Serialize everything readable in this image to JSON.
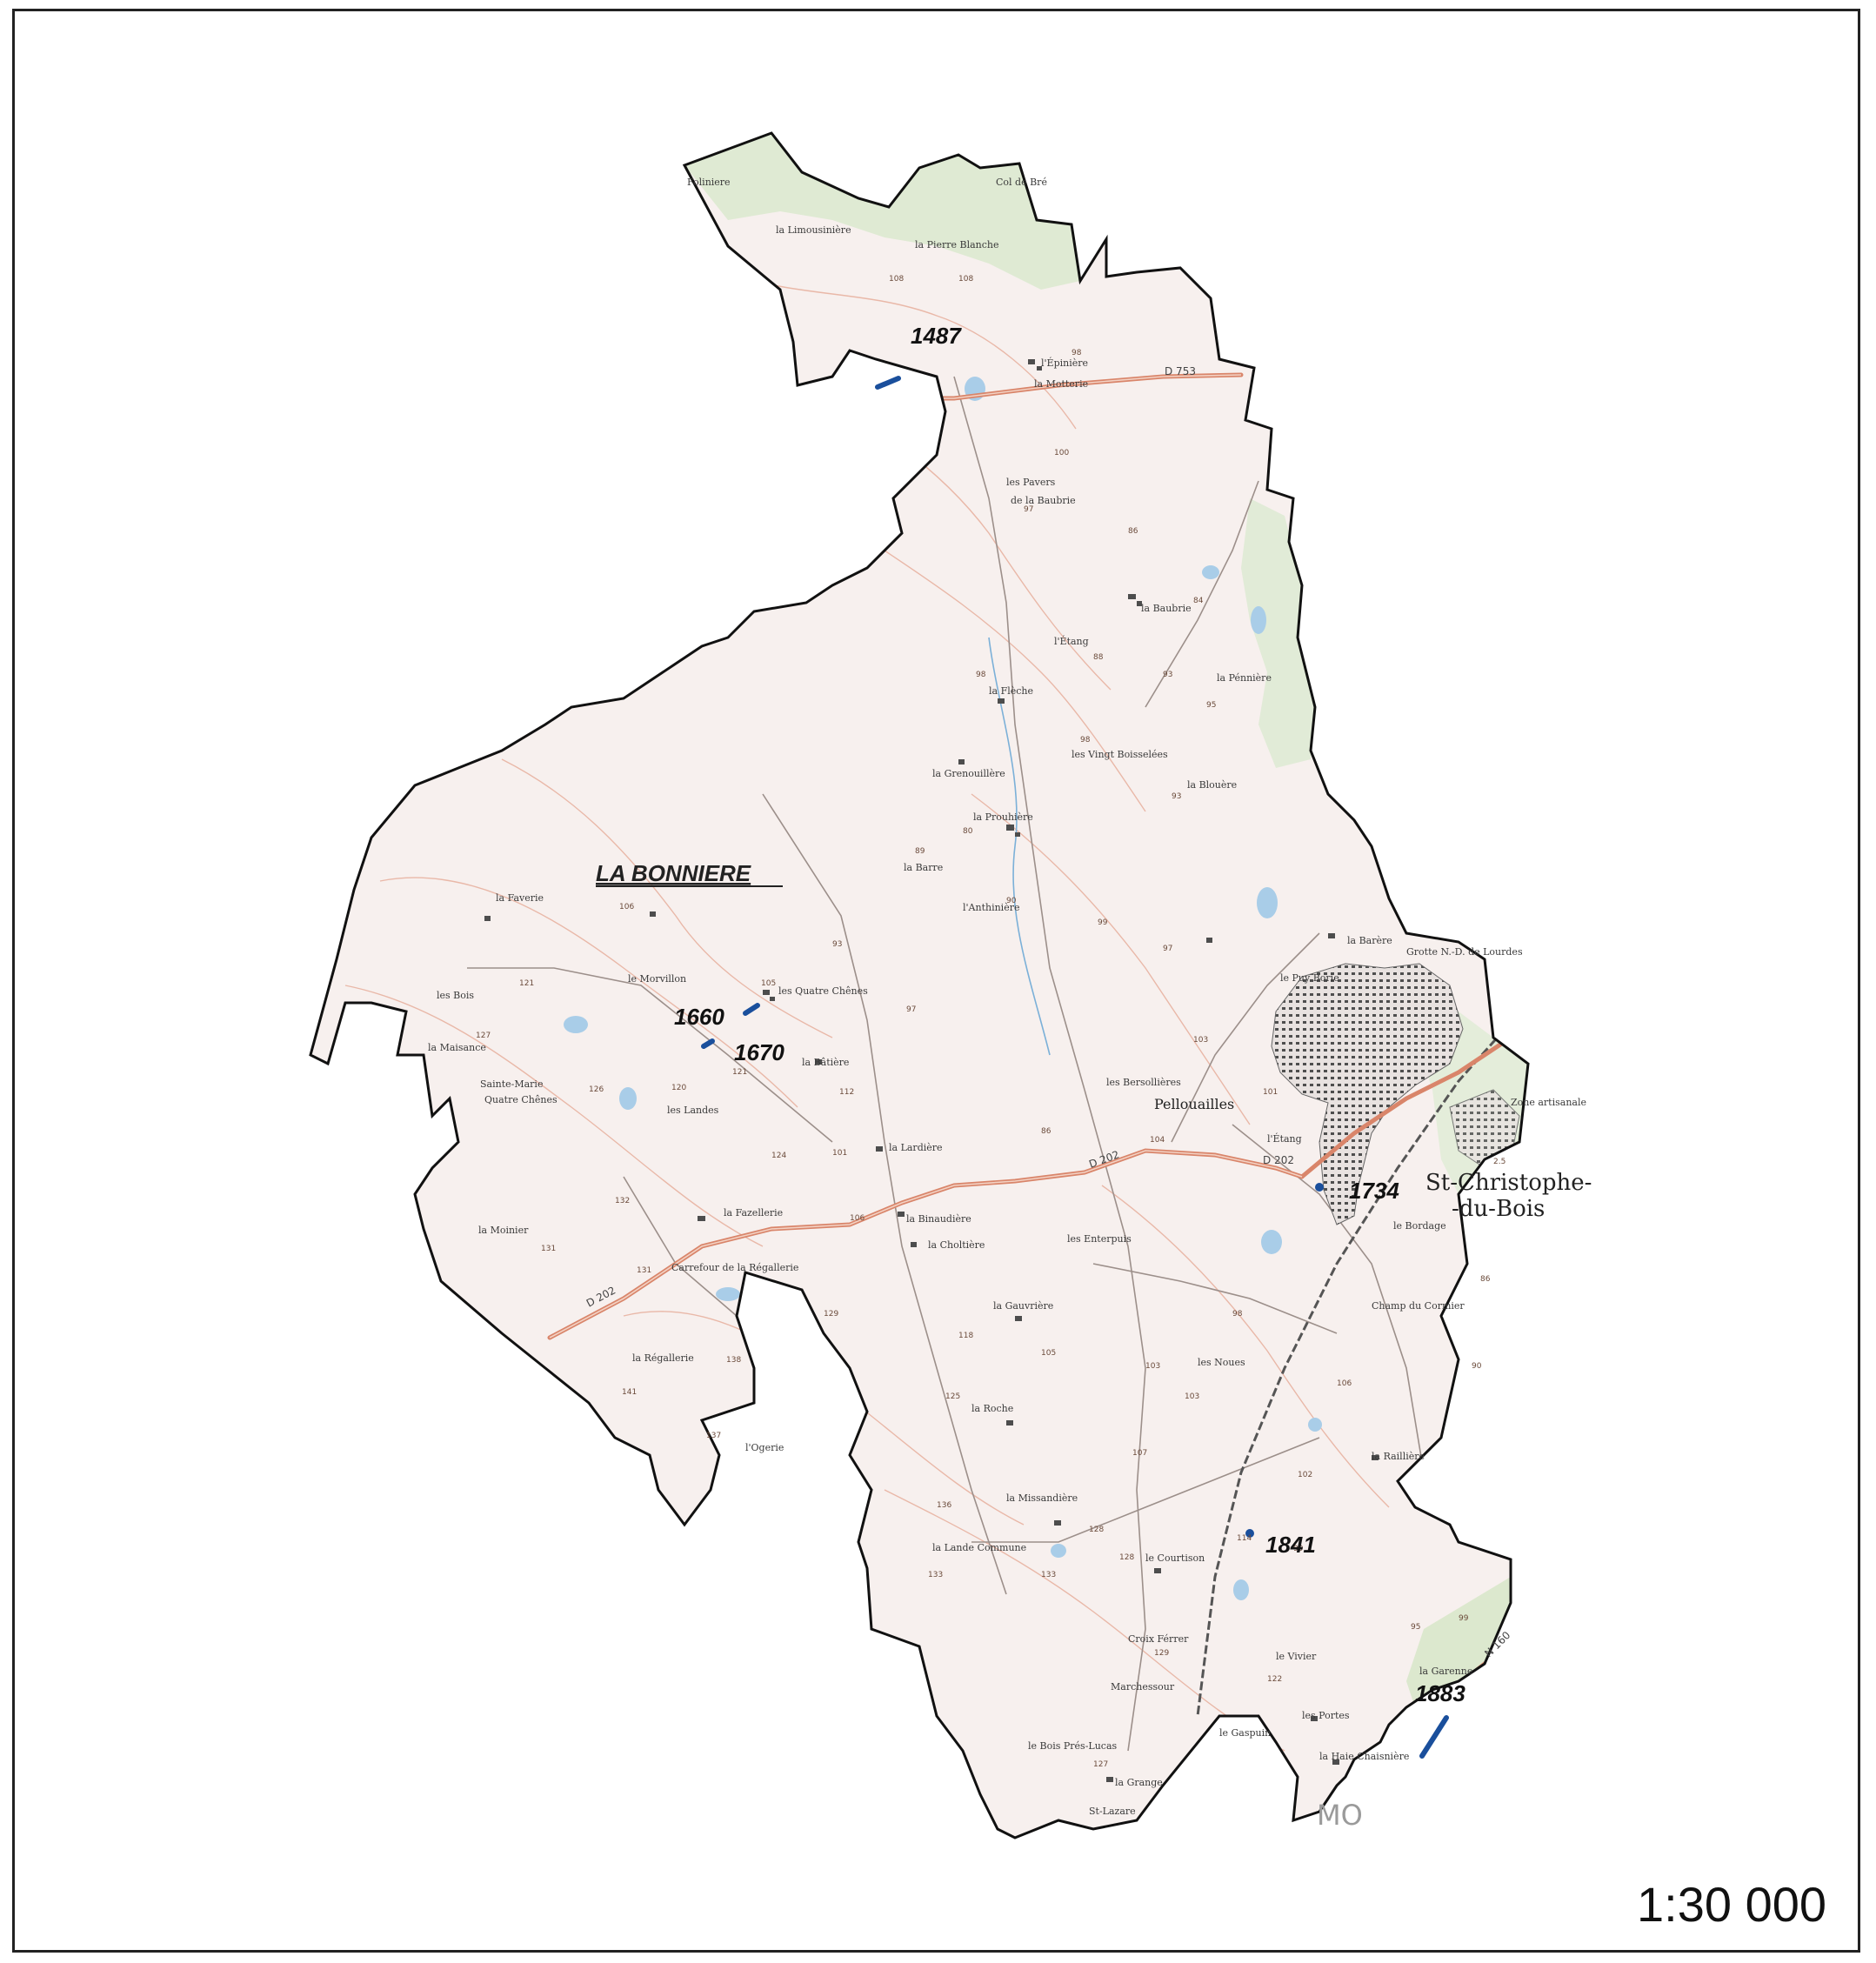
{
  "map": {
    "scale": "1:30 000",
    "zone_name": "LA BONNIERE",
    "town_name_line1": "St-Christophe-",
    "town_name_line2": "-du-Bois",
    "edge_fragment": "MO",
    "roads": {
      "d753": "D 753",
      "d202_west": "D 202",
      "d202_center": "D 202",
      "d202_east": "D 202",
      "n160": "N 160"
    },
    "site_labels": {
      "s1487": "1487",
      "s1660": "1660",
      "s1670": "1670",
      "s1734": "1734",
      "s1841": "1841",
      "s1883": "1883"
    },
    "place_names": {
      "la_limousiniere": "la Limousinière",
      "la_pierre_blanche": "la Pierre Blanche",
      "la_foliniere": "Foliniere",
      "col_de_bre": "Col de Bré",
      "l_epiniere": "l'Épinière",
      "la_motterie": "la Motterie",
      "les_pavers": "les Pavers",
      "de_la_baubrie": "de la Baubrie",
      "la_baubrie": "la Baubrie",
      "l_etang_n": "l'Étang",
      "la_fleche": "la Flèche",
      "la_peniere": "la Pénnière",
      "les_vingt_boisselees": "les Vingt Boisselées",
      "la_grenouillere": "la Grenouillère",
      "la_blouere": "la Blouère",
      "la_prouhiere": "la Prouhière",
      "la_barre": "la Barre",
      "l_anthiniere": "l'Anthinière",
      "la_barere": "la Barère",
      "grotte_nd_lourdes": "Grotte N.-D. de Lourdes",
      "le_puy_borie": "le Puy Borie",
      "la_faverie": "la Faverie",
      "le_morvillon": "le Morvillon",
      "les_quatre_chenes": "les Quatre Chênes",
      "les_bois": "les Bois",
      "la_maisance": "la Maisance",
      "sainte_marie": "Sainte-Marie",
      "quatre_chenes": "Quatre Chênes",
      "la_batiere": "la Bâtière",
      "les_landes": "les Landes",
      "la_lardiere": "la Lardière",
      "les_bersollieres": "les Bersollières",
      "pellouailles": "Pellouailles",
      "l_etang_e": "l'Étang",
      "zone_artisanale": "Zone artisanale",
      "le_bordage": "le Bordage",
      "champ_du_cormier": "Champ du Cormier",
      "la_fazellerie": "la Fazellerie",
      "la_moinier": "la Moinier",
      "carrefour_regallerie": "Carrefour de la Régallerie",
      "la_binaudiere": "la Binaudière",
      "la_choltiere": "la Choltière",
      "les_enterpuis": "les Enterpuis",
      "la_gauvriere": "la Gauvrière",
      "les_noues": "les Noues",
      "la_regallerie": "la Régallerie",
      "l_ogerie": "l'Ogerie",
      "la_roche": "la Roche",
      "la_railliere": "la Raillière",
      "la_missandiere": "la Missandière",
      "la_lande_commune": "la Lande Commune",
      "le_courtison": "le Courtison",
      "croix_ferrer": "Croix Férrer",
      "le_vivier": "le Vivier",
      "la_garenne": "la Garenne",
      "marchessour": "Marchessour",
      "les_portes": "les Portes",
      "le_gaspuin": "le Gaspuin",
      "la_haie_chaisniere": "la Haie Chaisnière",
      "le_bois_pres_lucas": "le Bois Prés-Lucas",
      "la_grange": "la Grange",
      "st_lazare": "St-Lazare"
    },
    "colors": {
      "paper": "#f7f0ee",
      "boundary": "#111111",
      "road": "#d9856a",
      "contour": "#e5b3a3",
      "water": "#a9cde8",
      "site_marker": "#1a4f9c",
      "urban": "#5a5a5a",
      "vegetation": "#cfe3c2"
    }
  }
}
